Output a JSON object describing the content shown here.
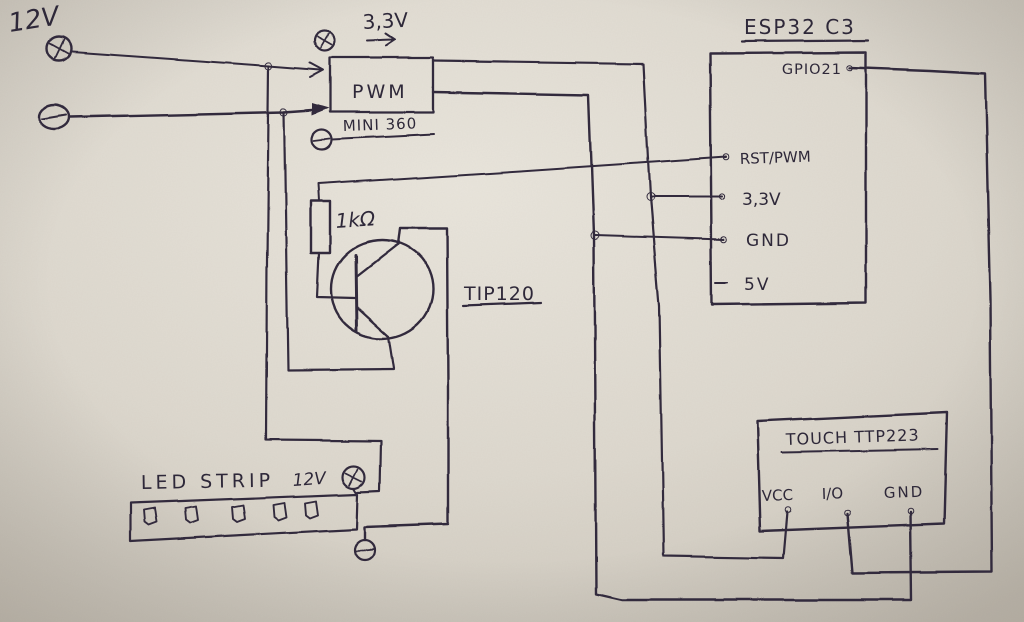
{
  "colors": {
    "paper": "#e0dbd1",
    "paper_edge": "#c9c3b8",
    "ink": "#332c3d"
  },
  "source": {
    "label": "12V"
  },
  "pwm_module": {
    "label": "PWM",
    "model": "MINI 360",
    "output": "3,3V"
  },
  "esp32": {
    "title": "ESP32 C3",
    "pins": {
      "gpio21": "GPIO21",
      "rst_pwm": "RST/PWM",
      "v33": "3,3V",
      "gnd": "GND",
      "v5": "5V"
    }
  },
  "resistor": {
    "label": "1kΩ"
  },
  "transistor": {
    "label": "TIP120"
  },
  "led_strip": {
    "label": "LED STRIP",
    "voltage": "12V"
  },
  "touch_sensor": {
    "title": "TOUCH TTP223",
    "pins": {
      "vcc": "VCC",
      "io": "I/O",
      "gnd": "GND"
    }
  },
  "connections": [
    "12V+ terminal → PWM IN+",
    "12V− terminal → PWM IN−",
    "12V+ rail → LED STRIP +",
    "12V− rail → TIP120 emitter",
    "PWM OUT 3,3V → ESP32 3,3V pin → TOUCH TTP223 VCC",
    "PWM OUT − → ESP32 GND pin → TOUCH TTP223 GND",
    "ESP32 RST/PWM → 1kΩ → TIP120 base",
    "TIP120 collector → LED STRIP −",
    "ESP32 GPIO21 → TOUCH TTP223 I/O",
    "ESP32 5V pin unconnected"
  ]
}
